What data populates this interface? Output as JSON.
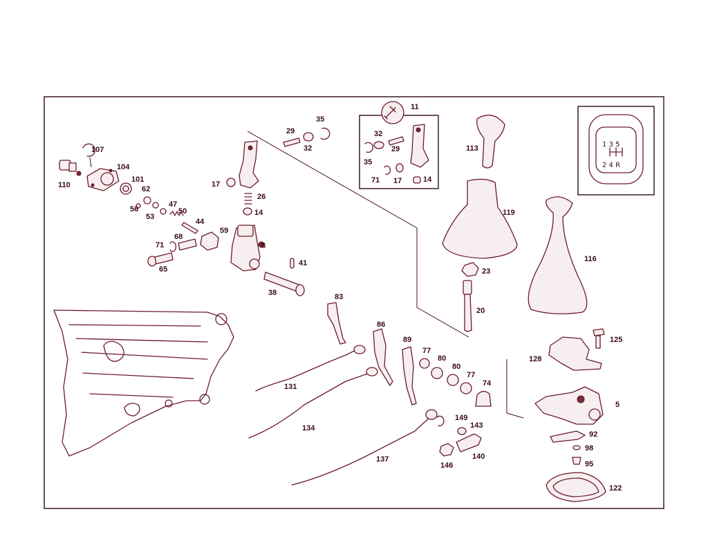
{
  "diagram": {
    "part_labels": [
      {
        "id": "p107",
        "text": "107"
      },
      {
        "id": "p104",
        "text": "104"
      },
      {
        "id": "p110",
        "text": "110"
      },
      {
        "id": "p101",
        "text": "101"
      },
      {
        "id": "p62",
        "text": "62"
      },
      {
        "id": "p56",
        "text": "56"
      },
      {
        "id": "p53",
        "text": "53"
      },
      {
        "id": "p47",
        "text": "47"
      },
      {
        "id": "p50",
        "text": "50"
      },
      {
        "id": "p44",
        "text": "44"
      },
      {
        "id": "p59",
        "text": "59"
      },
      {
        "id": "p68",
        "text": "68"
      },
      {
        "id": "p71a",
        "text": "71"
      },
      {
        "id": "p65",
        "text": "65"
      },
      {
        "id": "p8",
        "text": "8"
      },
      {
        "id": "p41",
        "text": "41"
      },
      {
        "id": "p38",
        "text": "38"
      },
      {
        "id": "p17a",
        "text": "17"
      },
      {
        "id": "p26",
        "text": "26"
      },
      {
        "id": "p14a",
        "text": "14"
      },
      {
        "id": "p29a",
        "text": "29"
      },
      {
        "id": "p32a",
        "text": "32"
      },
      {
        "id": "p35a",
        "text": "35"
      },
      {
        "id": "p11",
        "text": "11"
      },
      {
        "id": "p32b",
        "text": "32"
      },
      {
        "id": "p29b",
        "text": "29"
      },
      {
        "id": "p35b",
        "text": "35"
      },
      {
        "id": "p71b",
        "text": "71"
      },
      {
        "id": "p17b",
        "text": "17"
      },
      {
        "id": "p14b",
        "text": "14"
      },
      {
        "id": "p113",
        "text": "113"
      },
      {
        "id": "p119",
        "text": "119"
      },
      {
        "id": "p116",
        "text": "116"
      },
      {
        "id": "p23",
        "text": "23"
      },
      {
        "id": "p20",
        "text": "20"
      },
      {
        "id": "p125",
        "text": "125"
      },
      {
        "id": "p128",
        "text": "128"
      },
      {
        "id": "p5",
        "text": "5"
      },
      {
        "id": "p92",
        "text": "92"
      },
      {
        "id": "p98",
        "text": "98"
      },
      {
        "id": "p95",
        "text": "95"
      },
      {
        "id": "p122",
        "text": "122"
      },
      {
        "id": "p83",
        "text": "83"
      },
      {
        "id": "p86",
        "text": "86"
      },
      {
        "id": "p89",
        "text": "89"
      },
      {
        "id": "p77a",
        "text": "77"
      },
      {
        "id": "p80a",
        "text": "80"
      },
      {
        "id": "p80b",
        "text": "80"
      },
      {
        "id": "p77b",
        "text": "77"
      },
      {
        "id": "p74",
        "text": "74"
      },
      {
        "id": "p131",
        "text": "131"
      },
      {
        "id": "p134",
        "text": "134"
      },
      {
        "id": "p137",
        "text": "137"
      },
      {
        "id": "p149",
        "text": "149"
      },
      {
        "id": "p143",
        "text": "143"
      },
      {
        "id": "p140",
        "text": "140"
      },
      {
        "id": "p146",
        "text": "146"
      }
    ],
    "shift_pattern": {
      "top_row": "1 3 5",
      "bottom_row": "2 4 R"
    }
  }
}
